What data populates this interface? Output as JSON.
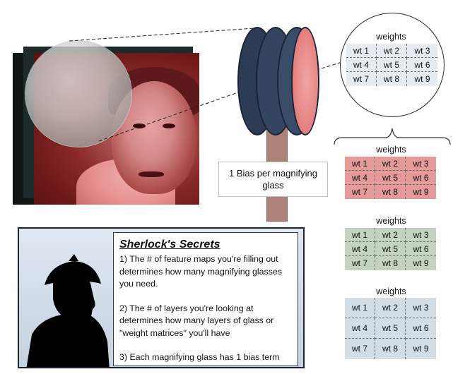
{
  "bias_label": "1 Bias per magnifying glass",
  "weights_title": "weights",
  "weight_cells": [
    "wt 1",
    "wt 2",
    "wt 3",
    "wt 4",
    "wt 5",
    "wt 6",
    "wt 7",
    "wt 8",
    "wt 9"
  ],
  "colors": {
    "zoom_grid": "#e6ebf1",
    "red_grid": "#e49a97",
    "green_grid": "#c4d3bd",
    "blue_grid": "#d2dde6",
    "handle": "#ad8178",
    "glass": "#34465f",
    "photo_tint": "#8b2a2a"
  },
  "sherlock": {
    "title": "Sherlock's Secrets",
    "items": [
      "1) The # of feature maps you're filling out determines how many magnifying glasses you need.",
      "2) The # of layers you're looking at determines how many layers of glass or \"weight matrices\" you'll have",
      "3) Each magnifying glass has 1 bias term"
    ]
  }
}
